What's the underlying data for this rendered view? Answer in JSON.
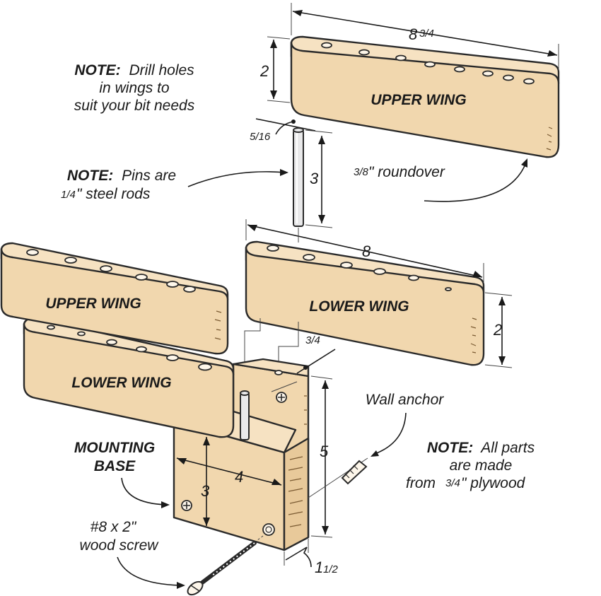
{
  "labels": {
    "upper_wing_right": "UPPER WING",
    "lower_wing_right": "LOWER WING",
    "upper_wing_left": "UPPER WING",
    "lower_wing_left": "LOWER WING",
    "mounting_base_line1": "MOUNTING",
    "mounting_base_line2": "BASE"
  },
  "notes": {
    "drill_holes": {
      "bold": "NOTE:",
      "line1": "Drill holes",
      "line2": "in wings to",
      "line3": "suit your bit needs"
    },
    "pins": {
      "bold": "NOTE:",
      "line1": "Pins are",
      "line2_frac": "1/4",
      "line2": "\" steel rods"
    },
    "materials": {
      "bold": "NOTE:",
      "line1": "All parts",
      "line2": "are made",
      "line3_pre": "from",
      "line3_frac": "3/4",
      "line3_post": "\" plywood"
    }
  },
  "callouts": {
    "roundover_frac": "3/8",
    "roundover_text": "\" roundover",
    "wall_anchor": "Wall anchor",
    "screw_line1": "#8 x 2\"",
    "screw_line2": "wood screw"
  },
  "dimensions": {
    "upper_wing_length_whole": "8",
    "upper_wing_length_frac": "3/4",
    "upper_wing_height": "2",
    "pin_offset": "5/16",
    "pin_length": "3",
    "lower_wing_length": "8",
    "lower_wing_height": "2",
    "lower_wing_thickness": "3/4",
    "base_height": "5",
    "base_width": "4",
    "base_notch_height": "3",
    "base_thickness_whole": "1",
    "base_thickness_frac": "1/2"
  }
}
